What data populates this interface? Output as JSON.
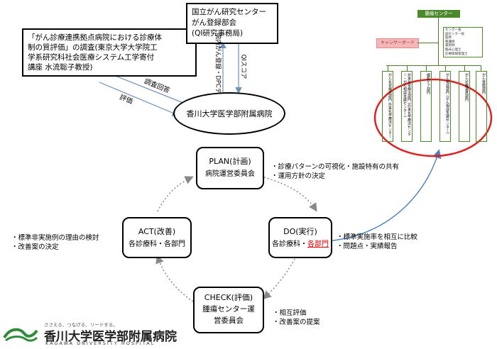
{
  "survey_box": {
    "lines": [
      "「がん診療連携拠点病院における診療体",
      "制の質評価」の調査(東京大学大学院工",
      "学系研究科社会医療システム工学寄付",
      "講座 水流聡子教授)"
    ]
  },
  "registry_box": {
    "lines": [
      "国立がん研究センター",
      "がん登録部会",
      "(QI研究事務局)"
    ]
  },
  "hospital_label": "香川大学医学部附属病院",
  "arrows": {
    "survey_answer": "調査回答",
    "evaluation": "評価",
    "registry_data": "院内がん登録・DPCデータ",
    "qi_score": "QIスコア"
  },
  "plan": {
    "title": "PLAN(計画)",
    "sub": "病院運営委員会",
    "notes": [
      "・診療パターンの可視化・施設特有の共有",
      "・運用方針の決定"
    ]
  },
  "do": {
    "title": "DO(実行)",
    "sub_prefix": "各診療科・",
    "sub_highlight": "各部門",
    "notes": [
      "・標準実施率を相互に比較",
      "・問題点・実績報告"
    ]
  },
  "check": {
    "title": "CHECK(評価)",
    "sub": [
      "腫瘍センター運",
      "営委員会"
    ],
    "notes": [
      "・相互評価",
      "・改善案の提案"
    ]
  },
  "act": {
    "title": "ACT(改善)",
    "sub": "各診療科・各部門",
    "notes": [
      "・標準非実施例の理由の検討",
      "・改善案の決定"
    ]
  },
  "org_chart": {
    "top": "腫瘍センター",
    "cancer_board": "キャンサーボード",
    "member_list": [
      "センター長",
      "副センター長",
      "医師",
      "看護師",
      "薬剤師",
      "臨床心理士",
      "診療情報管理士"
    ],
    "departments": [
      "がん化学療法部門 外来化学療法センター",
      "外来化学療法部門 (外来化学療法センター・がん相談支援センター)",
      "緩和ケア部門",
      "がん相談部門 (がん相談支援センター)",
      "がん診療連携部門",
      "がん登録部門"
    ]
  },
  "logo": {
    "tagline": "ささえる、つなげる、リードする。",
    "name": "香川大学医学部附属病院",
    "name_en": "KAGAWA UNIVERSITY HOSPITAL"
  },
  "colors": {
    "highlight": "#e00000",
    "ellipse": "#e02020",
    "link_arrow": "#4a7fc0",
    "org_green": "#4a8a2a",
    "cancer_board_pink": "#f4b6b6"
  }
}
